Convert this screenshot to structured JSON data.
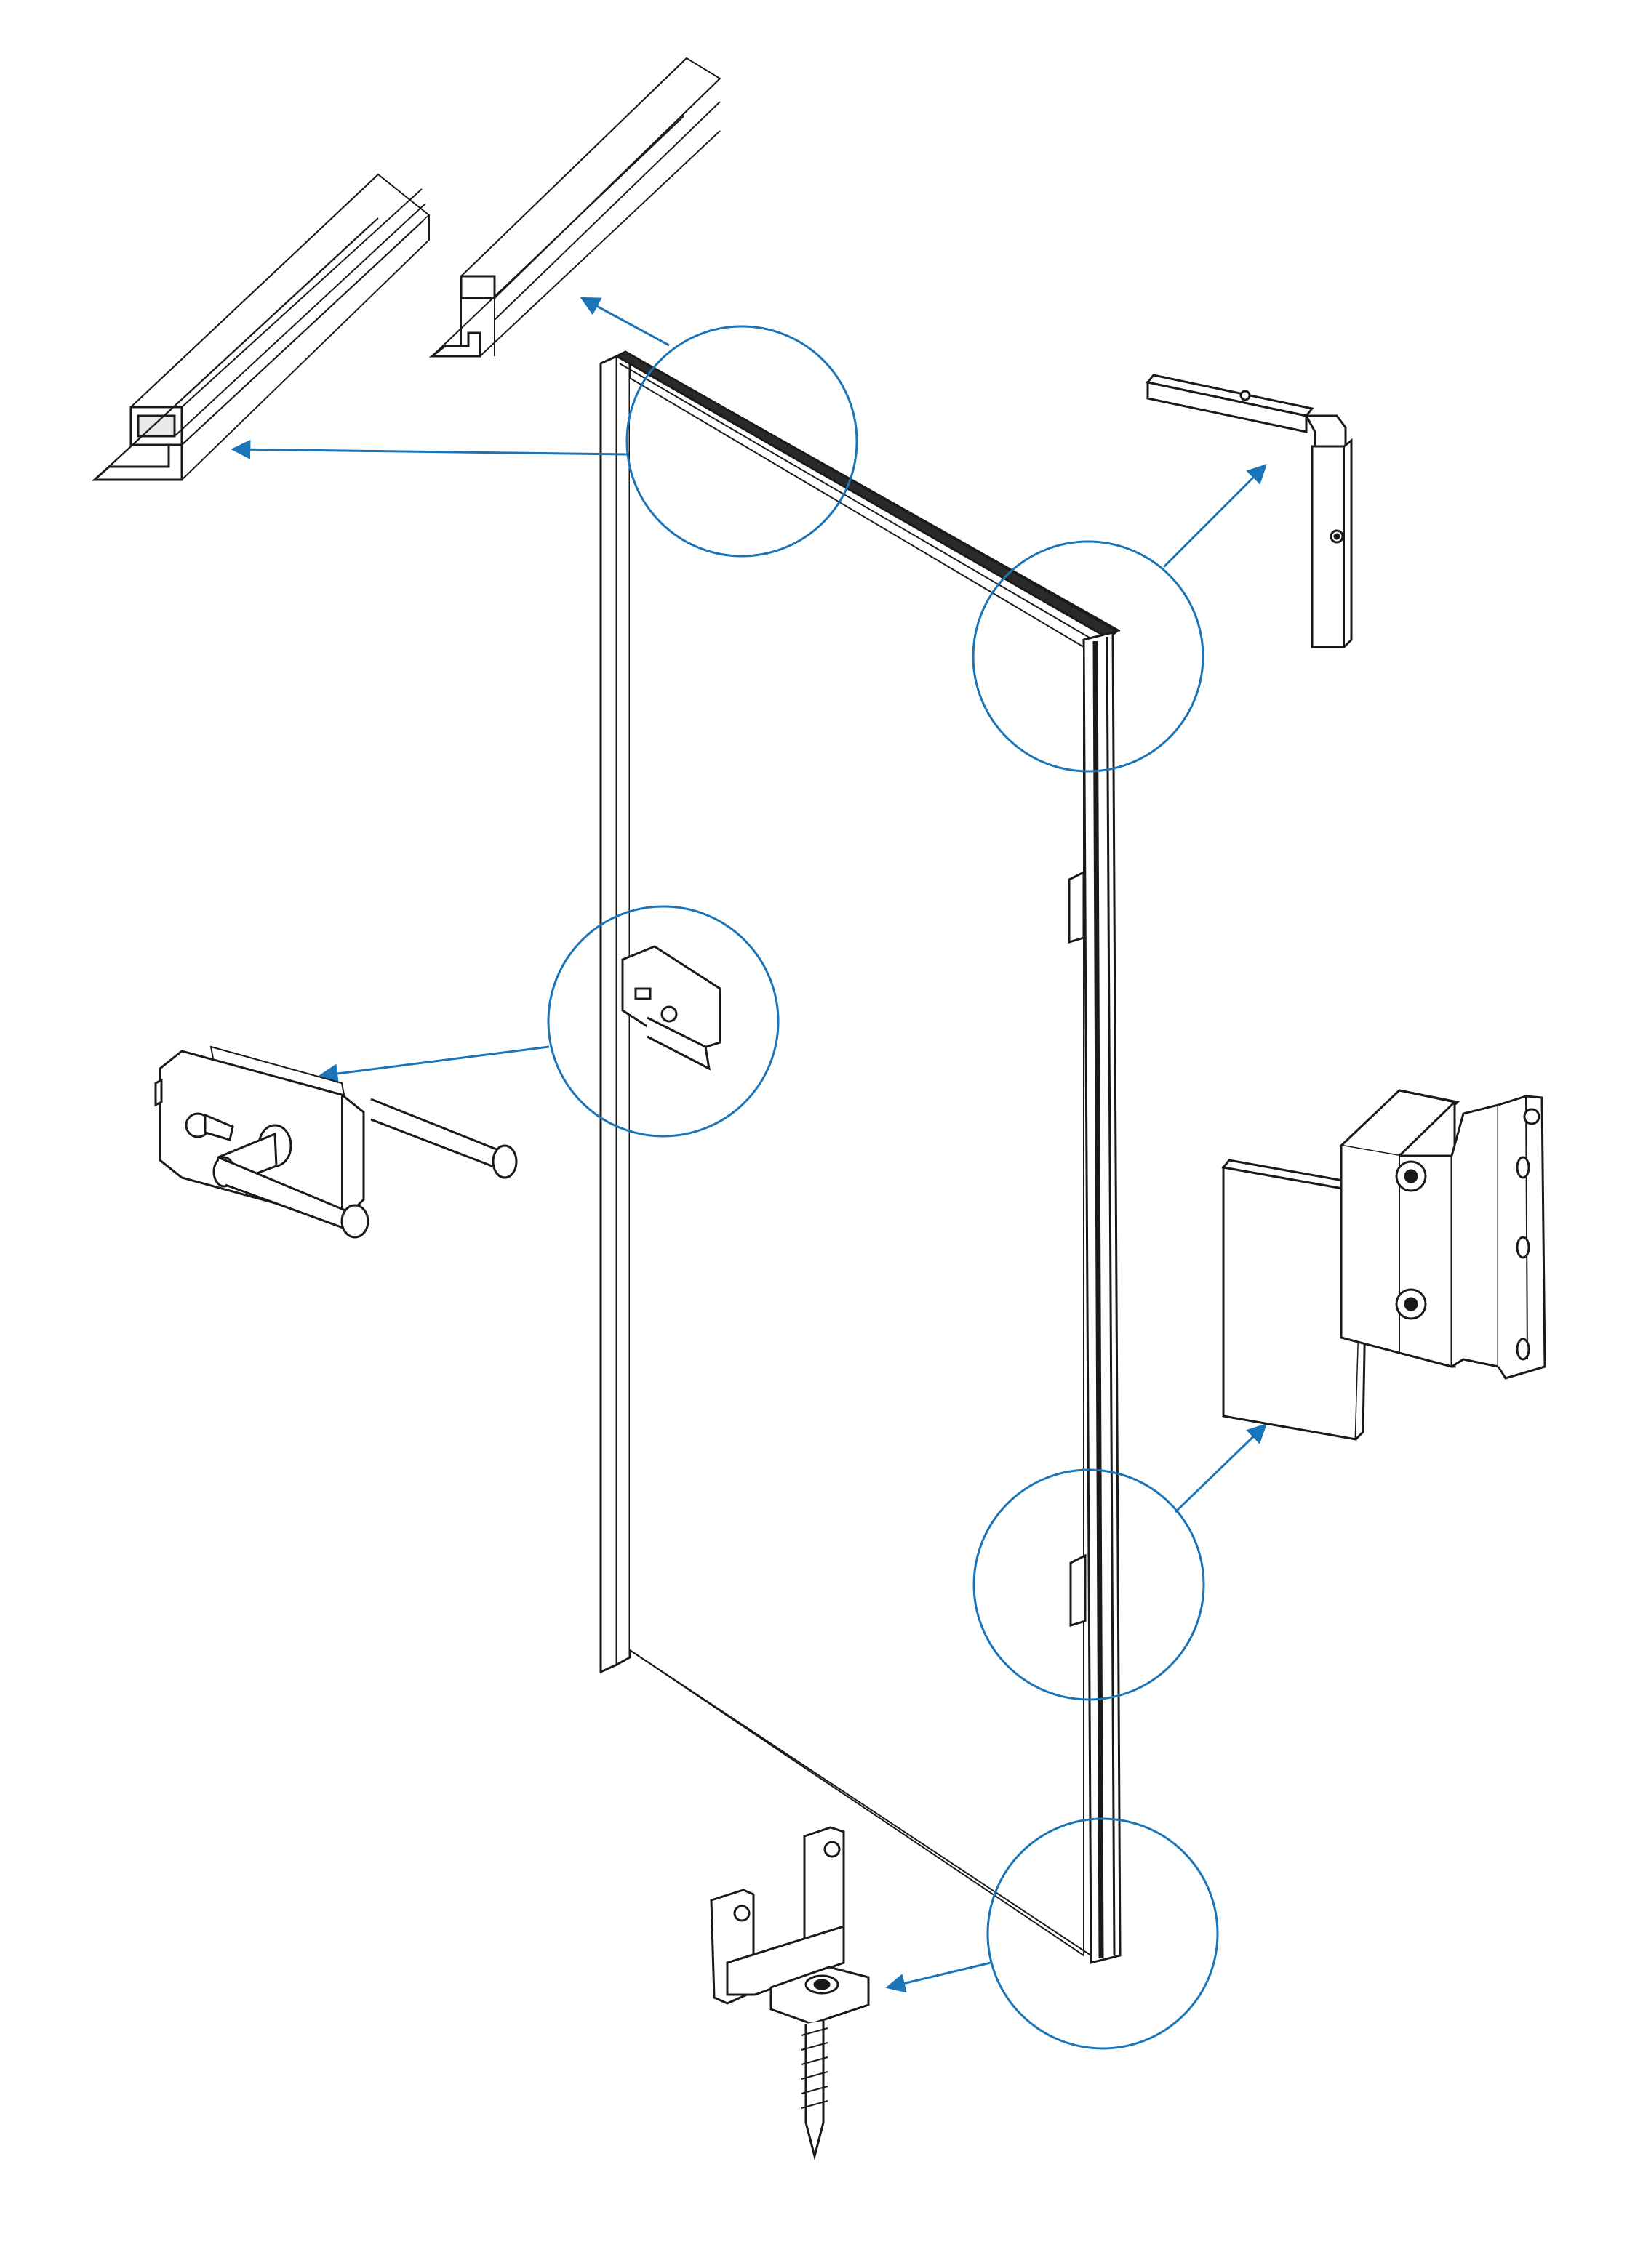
{
  "diagram": {
    "kind": "exploded-assembly-callout",
    "background_color": "#ffffff",
    "line_color": "#1a1a1a",
    "callout_color": "#1a74b8",
    "text_labels": [],
    "assembly": "glass-door-with-frame-profiles-and-hardware",
    "callouts": [
      {
        "id": "top-frame-detail",
        "details": [
          "frame-profile-section-left",
          "frame-profile-section-right"
        ]
      },
      {
        "id": "top-right-corner-detail",
        "details": [
          "corner-connector"
        ]
      },
      {
        "id": "handle-lock-detail",
        "details": [
          "lever-handle-lock"
        ]
      },
      {
        "id": "hinge-detail",
        "details": [
          "glass-hinge-plate",
          "hinge-bracket"
        ]
      },
      {
        "id": "bottom-pivot-detail",
        "details": [
          "bottom-pivot-with-screw"
        ]
      }
    ]
  }
}
